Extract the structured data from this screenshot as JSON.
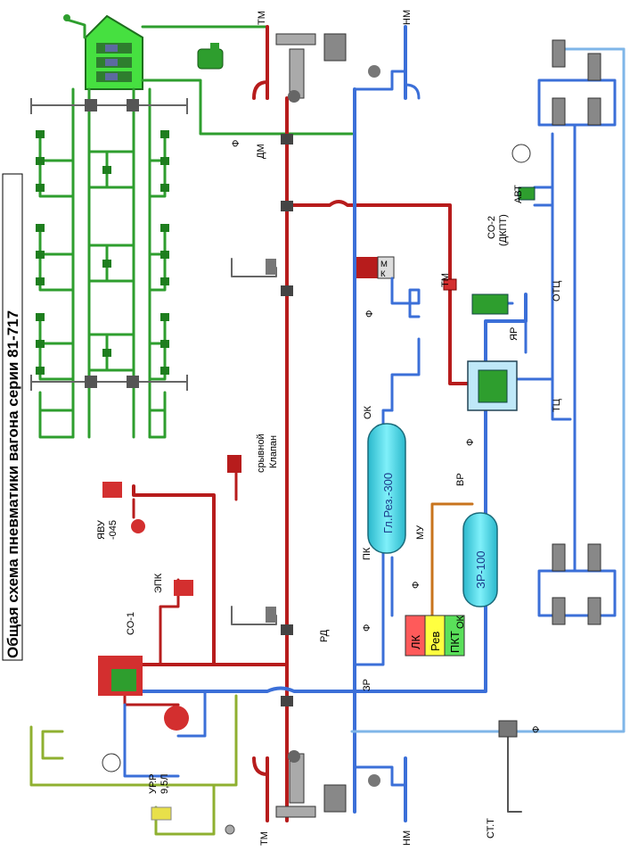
{
  "title": "Общая схема пневматики вагона  серии 81-717",
  "colors": {
    "tm": "#b71c1c",
    "nm": "#3b6fd8",
    "brake_cyl": "#2e9e2e",
    "tc_line": "#7fb6e8",
    "yellow_green": "#8fb030",
    "orange": "#c8741e",
    "cyan_tank": "#38d8e8",
    "green_box": "#46e040"
  },
  "labels": {
    "tm_top": "ТМ",
    "nm_top": "НМ",
    "tm_bottom": "ТМ",
    "nm_bottom": "НМ",
    "f_dm": "Ф",
    "dm": "ДМ",
    "tm_mid": "ТМ",
    "f_mid": "Ф",
    "co2": "СО-2",
    "co2_sub": "(ДКПТ)",
    "avt": "АВТ",
    "otc": "ОТЦ",
    "yar": "ЯР",
    "tc": "ТЦ",
    "ok_top": "ОК",
    "f_right": "Ф",
    "vr": "ВР",
    "mu": "МУ",
    "pk": "ПК",
    "f_low": "Ф",
    "f_low2": "Ф",
    "ok_bottom": "ОК",
    "rd": "РД",
    "zr": "ЗР",
    "yavu": "ЯВУ",
    "yavu_num": "-045",
    "sryvnoy": "срывной",
    "klapan": "Клапан",
    "epk": "ЭПК",
    "co1": "СО-1",
    "urr": "УР.Р",
    "urr_vol": "9,5Л",
    "f_far": "Ф",
    "stt": "СТ.Т"
  },
  "tanks": {
    "glrez": "Гл.Рез.-300",
    "zr100": "ЗР-100"
  },
  "boxes": {
    "lk": "ЛК",
    "rev": "Рев",
    "pkt": "ПКТ"
  },
  "valve_box": {
    "m": "М",
    "k": "К"
  }
}
